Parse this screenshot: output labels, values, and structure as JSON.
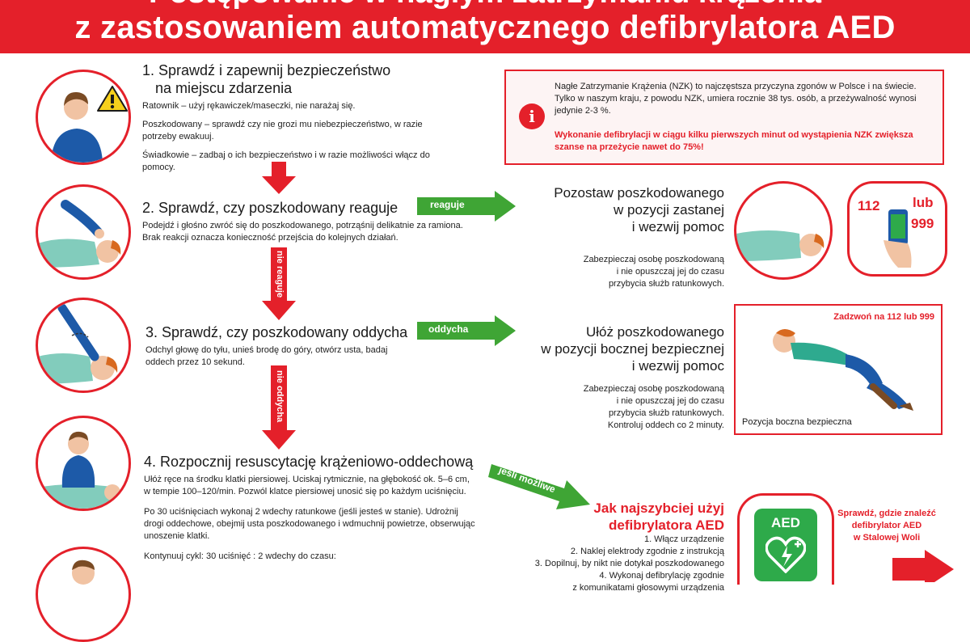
{
  "header": {
    "title_partial": "Postępowanie w nagłym zatrzymaniu krążenia",
    "title": "z zastosowaniem automatycznego defibrylatora AED"
  },
  "colors": {
    "brand_red": "#e4202a",
    "green": "#3fa535",
    "aed_green": "#2eaa4a",
    "shirt_blue": "#1d5aa8"
  },
  "step1": {
    "title_line1": "1. Sprawdź i zapewnij bezpieczeństwo",
    "title_line2": "na miejscu zdarzenia",
    "p1": "Ratownik – użyj rękawiczek/maseczki, nie narażaj się.",
    "p2": "Poszkodowany – sprawdź czy nie grozi mu niebezpieczeństwo, w razie potrzeby ewakuuj.",
    "p3": "Świadkowie – zadbaj o ich bezpieczeństwo i w razie możliwości włącz do pomocy."
  },
  "info": {
    "text": "Nagłe Zatrzymanie Krążenia (NZK) to najczęstsza przyczyna zgonów w Polsce i na świecie. Tylko w naszym kraju, z powodu NZK, umiera rocznie 38 tys. osób, a przeżywalność wynosi jedynie 2-3 %.",
    "highlight": "Wykonanie defibrylacji w ciągu kilku pierwszych minut od wystąpienia NZK zwiększa szanse na przeżycie nawet do 75%!",
    "icon": "info-icon"
  },
  "step2": {
    "title": "2. Sprawdź, czy poszkodowany reaguje",
    "text": "Podejdź i głośno zwróć się do poszkodowanego, potrząśnij delikatnie za ramiona. Brak reakcji oznacza konieczność przejścia do kolejnych działań.",
    "arrow_yes": "reaguje",
    "arrow_no": "nie reaguje"
  },
  "right2": {
    "line1": "Pozostaw poszkodowanego",
    "line2": "w pozycji zastanej",
    "line3": "i wezwij pomoc",
    "s1": "Zabezpieczaj osobę poszkodowaną",
    "s2": "i nie opuszczaj jej do czasu",
    "s3": "przybycia służb ratunkowych.",
    "phone_left": "112",
    "phone_right_1": "lub",
    "phone_right_2": "999"
  },
  "step3": {
    "title": "3. Sprawdź, czy poszkodowany oddycha",
    "text": "Odchyl głowę do tyłu, unieś brodę do góry, otwórz usta, badaj oddech przez 10 sekund.",
    "arrow_yes": "oddycha",
    "arrow_no": "nie oddycha"
  },
  "right3": {
    "line1": "Ułóż poszkodowanego",
    "line2": "w pozycji bocznej bezpiecznej",
    "line3": "i wezwij pomoc",
    "s1": "Zabezpieczaj osobę poszkodowaną",
    "s2": "i nie opuszczaj jej do czasu",
    "s3": "przybycia służb ratunkowych.",
    "s4": "Kontroluj oddech co 2 minuty.",
    "box_call": "Zadzwoń na 112 lub 999",
    "box_caption": "Pozycja boczna bezpieczna"
  },
  "step4": {
    "title": "4. Rozpocznij resuscytację krążeniowo-oddechową",
    "p1": "Ułóż ręce na środku klatki piersiowej. Uciskaj rytmicznie, na głębokość ok. 5–6 cm, w tempie 100–120/min. Pozwól klatce piersiowej unosić się po każdym uciśnięciu.",
    "p2": "Po 30 uciśnięciach wykonaj 2 wdechy ratunkowe (jeśli jesteś w stanie). Udrożnij drogi oddechowe, obejmij usta poszkodowanego i wdmuchnij powietrze, obserwując unoszenie klatki.",
    "p3": "Kontynuuj cykl: 30 uciśnięć : 2 wdechy do czasu:",
    "arrow_label": "jeśli możliwe"
  },
  "aed": {
    "title1": "Jak najszybciej użyj",
    "title2": "defibrylatora AED",
    "items": [
      "1.  Włącz urządzenie",
      "2.  Naklej elektrody zgodnie z instrukcją",
      "3.  Dopilnuj, by nikt nie dotykał poszkodowanego",
      "4.  Wykonaj defibrylację zgodnie",
      "z komunikatami głosowymi urządzenia"
    ],
    "badge": "AED",
    "where1": "Sprawdź, gdzie znaleźć",
    "where2": "defibrylator AED",
    "where3": "w Stalowej Woli"
  }
}
